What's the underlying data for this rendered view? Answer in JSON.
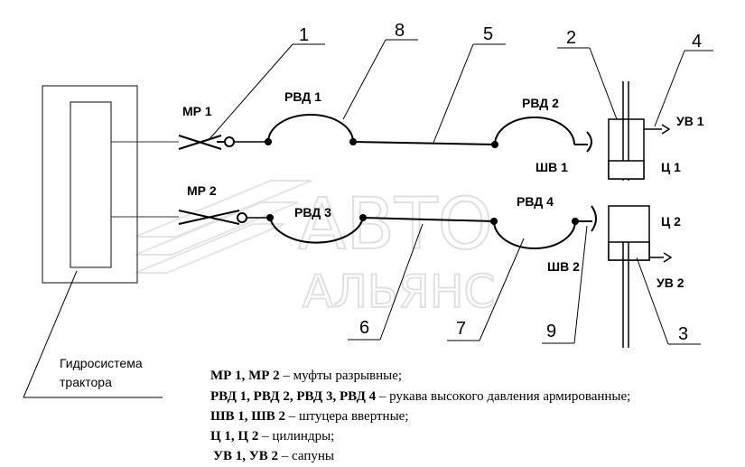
{
  "labels": {
    "mr1": "МР 1",
    "mr2": "МР 2",
    "rvd1": "РВД 1",
    "rvd2": "РВД 2",
    "rvd3": "РВД 3",
    "rvd4": "РВД 4",
    "shv1": "ШВ 1",
    "shv2": "ШВ 2",
    "c1": "Ц 1",
    "c2": "Ц 2",
    "uv1": "УВ 1",
    "uv2": "УВ 2"
  },
  "callouts": [
    "1",
    "2",
    "3",
    "4",
    "5",
    "6",
    "7",
    "8",
    "9"
  ],
  "caption": {
    "line1": "Гидросистема",
    "line2": "трактора"
  },
  "watermark": {
    "line1": "АВТО",
    "line2": "АЛЬЯНС"
  },
  "legend": [
    {
      "key": "МР 1, МР 2",
      "text": " – муфты разрывные;"
    },
    {
      "key": "РВД 1, РВД 2, РВД 3, РВД 4",
      "text": " – рукава высокого давления армированные;"
    },
    {
      "key": "ШВ 1, ШВ 2",
      "text": " – штуцера ввертные;"
    },
    {
      "key": "Ц 1, Ц 2",
      "text": " – цилиндры;"
    },
    {
      "key": "УВ 1, УВ 2",
      "text": " – сапуны"
    }
  ]
}
